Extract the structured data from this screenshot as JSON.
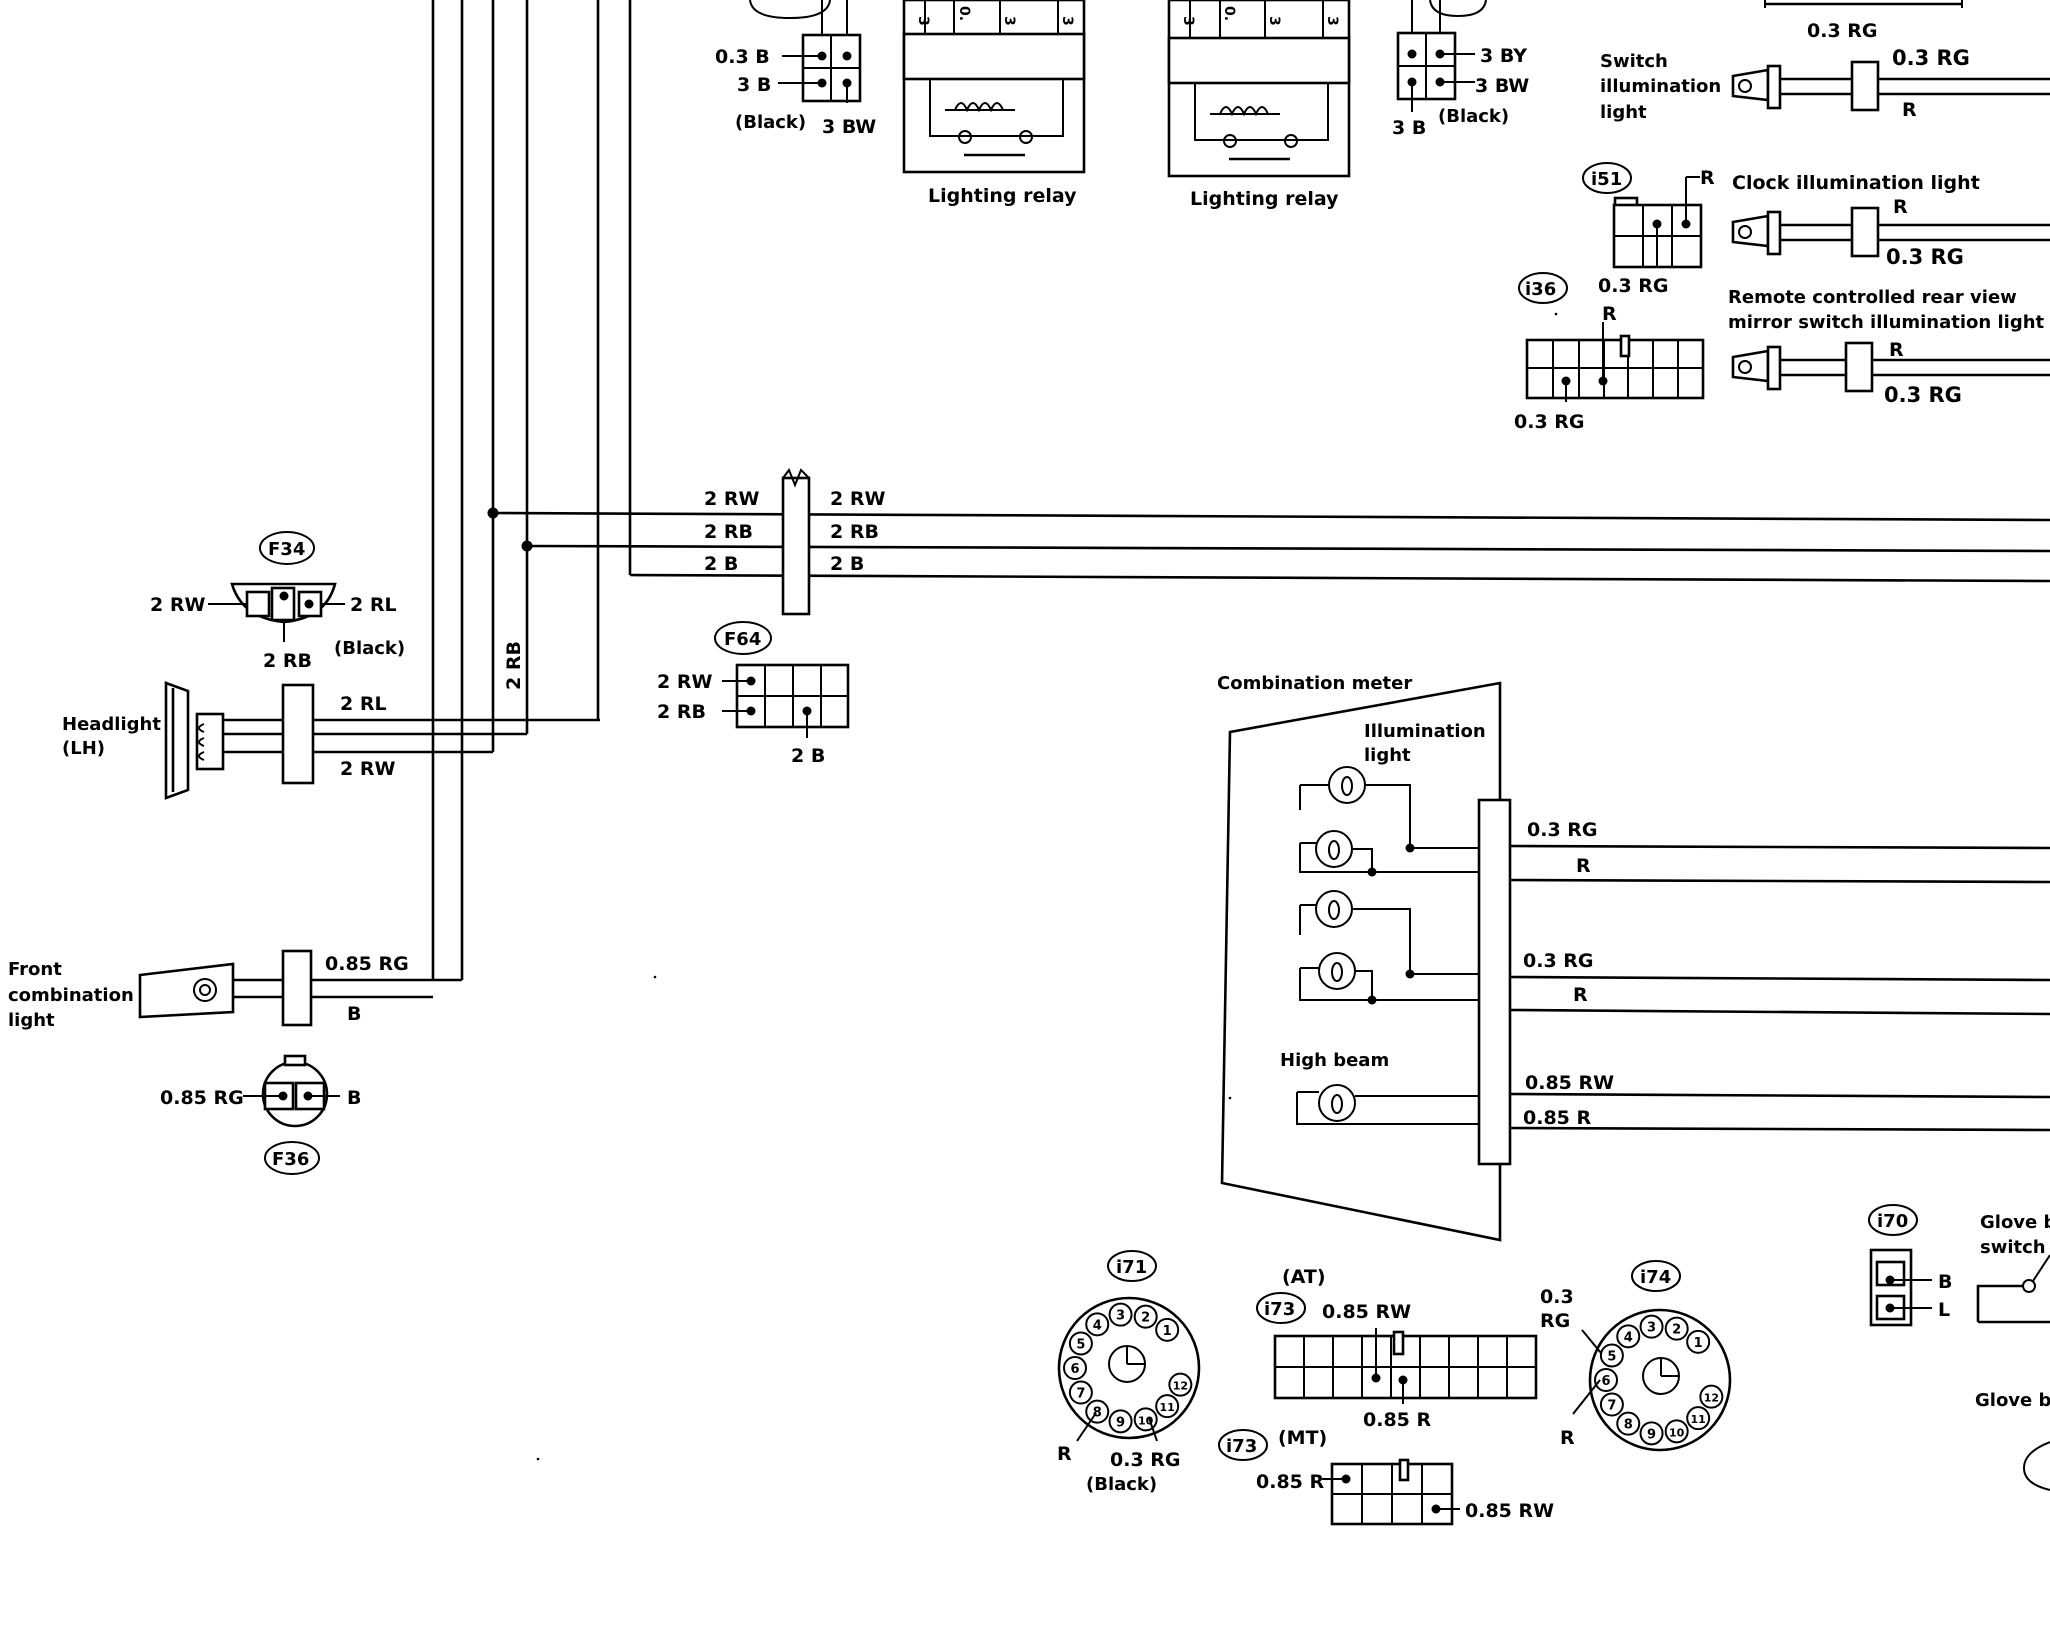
{
  "relays": {
    "left": {
      "label": "Lighting relay"
    },
    "right": {
      "label": "Lighting relay"
    }
  },
  "connectors": {
    "f74": {
      "wire_03b": "0.3 B",
      "wire_3b": "3 B",
      "color": "(Black)",
      "wire_3bw": "3 BW"
    },
    "f75": {
      "wire_3by": "3 BY",
      "wire_3bw": "3 BW",
      "wire_3b": "3 B",
      "color": "(Black)"
    },
    "f34": {
      "id": "F34",
      "left": "2 RW",
      "right": "2 RL",
      "bottom": "2 RB",
      "color": "(Black)"
    },
    "f64": {
      "id": "F64",
      "w1": "2 RW",
      "w2": "2 RB",
      "w3": "2 B"
    },
    "f36": {
      "id": "F36",
      "left": "0.85 RG",
      "right": "B"
    },
    "i51": {
      "id": "i51",
      "top": "R",
      "bottom": "0.3 RG"
    },
    "i36": {
      "id": "i36",
      "top": "R",
      "bottom": "0.3 RG"
    },
    "i71": {
      "id": "i71",
      "left": "R",
      "right": "0.3 RG",
      "color": "(Black)",
      "pins": [
        "1",
        "2",
        "3",
        "4",
        "5",
        "6",
        "7",
        "8",
        "9",
        "10",
        "11",
        "12"
      ]
    },
    "i73_at": {
      "id": "i73",
      "variant": "(AT)",
      "top": "0.85 RW",
      "bottom": "0.85 R"
    },
    "i73_mt": {
      "id": "i73",
      "variant": "(MT)",
      "left": "0.85 R",
      "right": "0.85 RW"
    },
    "i74": {
      "id": "i74",
      "top_a": "0.3",
      "top_b": "RG",
      "bottom": "R",
      "pins": [
        "1",
        "2",
        "3",
        "4",
        "5",
        "6",
        "7",
        "8",
        "9",
        "10",
        "11",
        "12"
      ]
    },
    "i70": {
      "id": "i70",
      "b": "B",
      "l": "L"
    }
  },
  "components": {
    "headlight": {
      "line1": "Headlight",
      "line2": "(LH)",
      "wire_top": "2 RL",
      "wire_bottom": "2 RW"
    },
    "front_combination": {
      "line1": "Front",
      "line2": "combination",
      "line3": "light",
      "wire_top": "0.85 RG",
      "wire_bottom": "B"
    },
    "switch_illum": {
      "line1": "Switch",
      "line2": "illumination",
      "line3": "light",
      "wire_top": "0.3 RG",
      "wire_bottom": "R",
      "top_label": "0.3 RG"
    },
    "clock_illum": {
      "label": "Clock illumination light",
      "wire_top": "R",
      "wire_bottom": "0.3 RG"
    },
    "mirror_switch": {
      "line1": "Remote controlled rear view",
      "line2": "mirror switch illumination light",
      "wire_top": "R",
      "wire_bottom": "0.3 RG"
    },
    "combination_meter": {
      "label": "Combination meter",
      "illum_line1": "Illumination",
      "illum_line2": "light",
      "high_beam": "High beam",
      "wires": [
        "0.3 RG",
        "R",
        "0.3 RG",
        "R",
        "0.85 RW",
        "0.85 R"
      ]
    },
    "glove_box": {
      "switch_line1": "Glove b",
      "switch_line2": "switch",
      "light_label": "Glove b"
    }
  },
  "harness": {
    "vertical_label": "2 RB",
    "left": [
      "2 RW",
      "2 RB",
      "2 B"
    ],
    "right": [
      "2 RW",
      "2 RB",
      "2 B"
    ]
  }
}
